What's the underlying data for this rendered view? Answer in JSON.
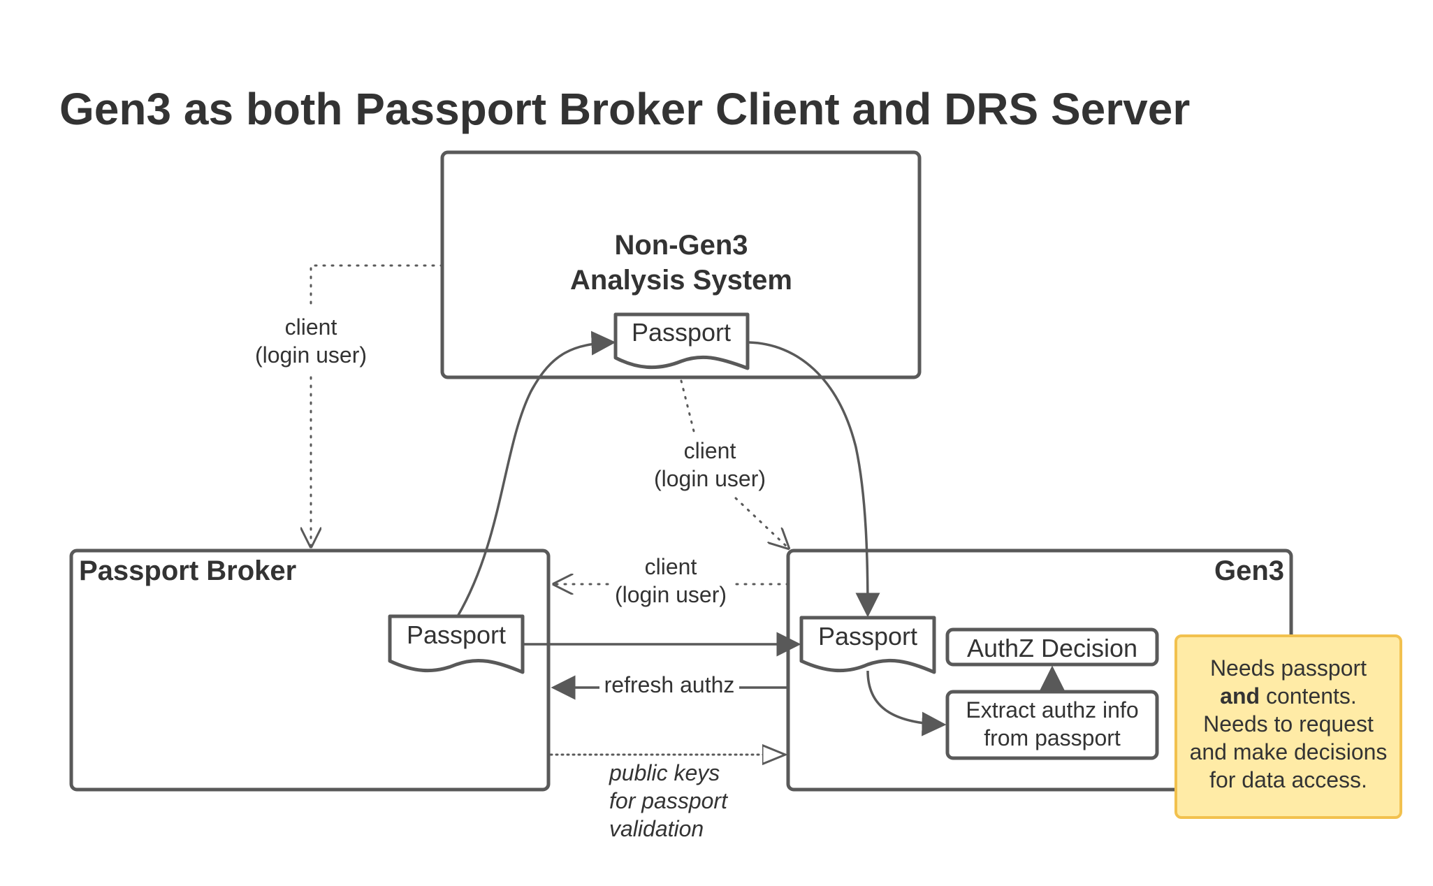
{
  "title": "Gen3 as both Passport Broker Client and DRS Server",
  "nodes": {
    "analysis_system": {
      "line1": "Non-Gen3",
      "line2": "Analysis System"
    },
    "broker": {
      "label": "Passport Broker"
    },
    "gen3": {
      "label": "Gen3"
    },
    "passport_top": {
      "label": "Passport"
    },
    "passport_broker": {
      "label": "Passport"
    },
    "passport_gen3": {
      "label": "Passport"
    },
    "authz_decision": {
      "label": "AuthZ Decision"
    },
    "extract": {
      "line1": "Extract authz info",
      "line2": "from passport"
    }
  },
  "edges": {
    "analysis_to_broker": {
      "line1": "client",
      "line2": "(login user)"
    },
    "analysis_to_gen3": {
      "line1": "client",
      "line2": "(login user)"
    },
    "gen3_to_broker": {
      "line1": "client",
      "line2": "(login user)"
    },
    "refresh": {
      "label": "refresh authz"
    },
    "public_keys": {
      "line1": "public keys",
      "line2": "for passport",
      "line3": "validation"
    }
  },
  "note": {
    "line1": "Needs passport",
    "line2_bold": "and",
    "line2_rest": " contents.",
    "line3": "Needs to request",
    "line4": "and make decisions",
    "line5": "for data access."
  },
  "colors": {
    "stroke": "#595959",
    "text": "#333333",
    "note_fill": "#FFEBA6",
    "note_border": "#F2C14E"
  }
}
